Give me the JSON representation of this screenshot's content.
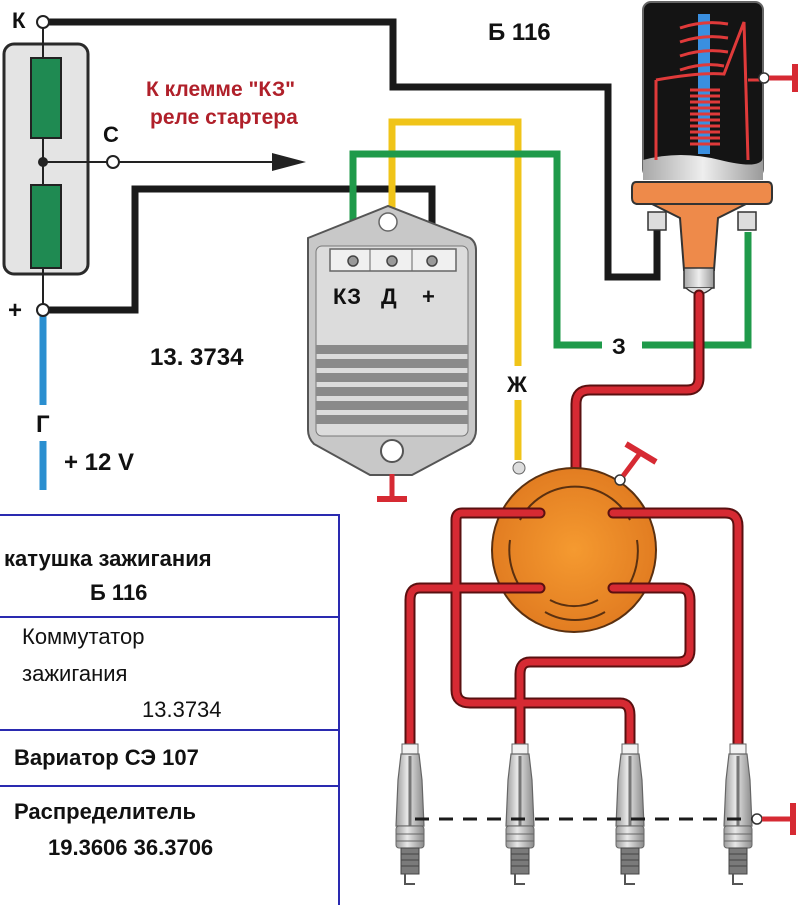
{
  "diagram": {
    "title": "Схема бесконтактной системы зажигания",
    "terminals": {
      "k": "К",
      "c": "С",
      "plus": "+",
      "g": "Г",
      "z": "З",
      "zh": "Ж"
    },
    "supply_label": "+ 12 V",
    "starter_note_line1": "К клемме \"КЗ\"",
    "starter_note_line2": "реле стартера",
    "coil_model": "Б 116",
    "commutator_model": "13. 3734",
    "commutator_terminals": [
      "КЗ",
      "Д",
      "+"
    ],
    "components": {
      "resistor": "additional-resistor",
      "coil": "ignition-coil",
      "commutator": "ignition-commutator",
      "distributor": "distributor",
      "spark_plugs": 4
    },
    "wire_colors": {
      "black": "#1a1a1a",
      "green": "#1f9a4a",
      "yellow": "#f0c419",
      "red": "#d62a33",
      "blue": "#2a8fd0",
      "orange": "#ee8a2c"
    }
  },
  "legend": [
    {
      "line1": "катушка  зажигания",
      "line2": "Б 116"
    },
    {
      "line1": "Коммутатор",
      "line2": "зажигания",
      "line3": "13.3734"
    },
    {
      "line1": "Вариатор  СЭ 107"
    },
    {
      "line1": "Распределитель",
      "line2": "19.3606   36.3706"
    }
  ]
}
